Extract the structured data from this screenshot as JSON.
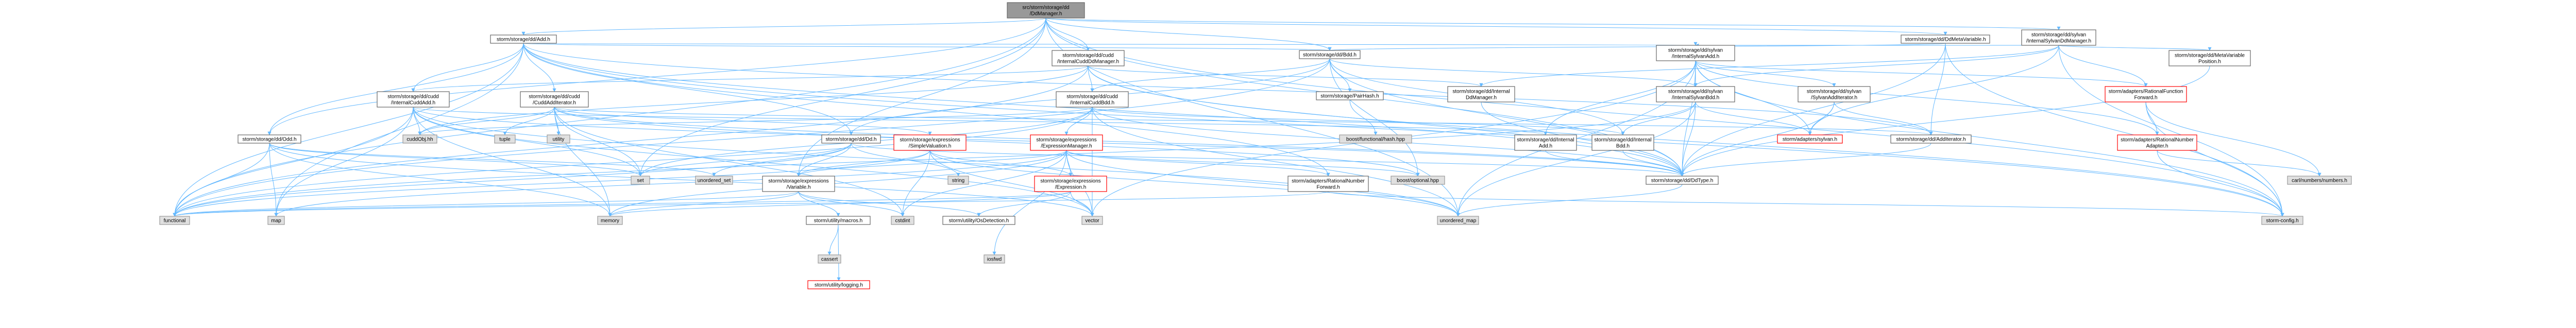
{
  "colors": {
    "edge": "#63b8ff",
    "focus_fill": "#999999",
    "system_fill": "#e0e0e0",
    "missing_border": "#ff0000",
    "node_border": "#666666"
  },
  "nodes": [
    {
      "id": "root",
      "lines": [
        "src/storm/storage/dd",
        "/DdManager.h"
      ],
      "kind": "focus"
    },
    {
      "id": "add",
      "lines": [
        "storm/storage/dd/Add.h"
      ],
      "kind": "internal"
    },
    {
      "id": "ddmetavar",
      "lines": [
        "storm/storage/dd/DdMetaVariable.h"
      ],
      "kind": "internal"
    },
    {
      "id": "sylvanddmgr",
      "lines": [
        "storm/storage/dd/sylvan",
        "/InternalSylvanDdManager.h"
      ],
      "kind": "internal"
    },
    {
      "id": "cuddinternalmgr",
      "lines": [
        "storm/storage/dd/cudd",
        "/InternalCuddDdManager.h"
      ],
      "kind": "internal"
    },
    {
      "id": "bdd",
      "lines": [
        "storm/storage/dd/Bdd.h"
      ],
      "kind": "internal"
    },
    {
      "id": "sylvanadd",
      "lines": [
        "storm/storage/dd/sylvan",
        "/InternalSylvanAdd.h"
      ],
      "kind": "internal"
    },
    {
      "id": "metavarpos",
      "lines": [
        "storm/storage/dd/MetaVariable",
        "Position.h"
      ],
      "kind": "internal"
    },
    {
      "id": "cuddaddit",
      "lines": [
        "storm/storage/dd/cudd",
        "/CuddAddIterator.h"
      ],
      "kind": "internal"
    },
    {
      "id": "cuddinternaladd",
      "lines": [
        "storm/storage/dd/cudd",
        "/InternalCuddAdd.h"
      ],
      "kind": "internal"
    },
    {
      "id": "cuddinternalbdd",
      "lines": [
        "storm/storage/dd/cudd",
        "/InternalCuddBdd.h"
      ],
      "kind": "internal"
    },
    {
      "id": "permute",
      "lines": [
        "storm/storage/PairHash.h"
      ],
      "kind": "internal"
    },
    {
      "id": "internalddmgr",
      "lines": [
        "storm/storage/dd/Internal",
        "DdManager.h"
      ],
      "kind": "internal"
    },
    {
      "id": "sylvanbdd",
      "lines": [
        "storm/storage/dd/sylvan",
        "/InternalSylvanBdd.h"
      ],
      "kind": "internal"
    },
    {
      "id": "sylvanaddit",
      "lines": [
        "storm/storage/dd/sylvan",
        "/SylvanAddIterator.h"
      ],
      "kind": "internal"
    },
    {
      "id": "ratfunc",
      "lines": [
        "storm/adapters/RationalFunction",
        "Forward.h"
      ],
      "kind": "missing"
    },
    {
      "id": "odd",
      "lines": [
        "storm/storage/dd/Odd.h"
      ],
      "kind": "internal"
    },
    {
      "id": "cuddobjh",
      "lines": [
        "cuddObj.hh"
      ],
      "kind": "system"
    },
    {
      "id": "tuple",
      "lines": [
        "tuple"
      ],
      "kind": "system"
    },
    {
      "id": "utility",
      "lines": [
        "utility"
      ],
      "kind": "system"
    },
    {
      "id": "dd",
      "lines": [
        "storm/storage/dd/Dd.h"
      ],
      "kind": "internal"
    },
    {
      "id": "simpleval",
      "lines": [
        "storm/storage/expressions",
        "/SimpleValuation.h"
      ],
      "kind": "missing"
    },
    {
      "id": "exprmgr",
      "lines": [
        "storm/storage/expressions",
        "/ExpressionManager.h"
      ],
      "kind": "missing"
    },
    {
      "id": "hash",
      "lines": [
        "boost/functional/hash.hpp"
      ],
      "kind": "system"
    },
    {
      "id": "internaladd",
      "lines": [
        "storm/storage/dd/Internal",
        "Add.h"
      ],
      "kind": "internal"
    },
    {
      "id": "internalbdd",
      "lines": [
        "storm/storage/dd/Internal",
        "Bdd.h"
      ],
      "kind": "internal"
    },
    {
      "id": "sylvanh",
      "lines": [
        "storm/adapters/sylvan.h"
      ],
      "kind": "missing"
    },
    {
      "id": "addit",
      "lines": [
        "storm/storage/dd/AddIterator.h"
      ],
      "kind": "internal"
    },
    {
      "id": "ratnum",
      "lines": [
        "storm/adapters/RationalNumber",
        "Adapter.h"
      ],
      "kind": "missing"
    },
    {
      "id": "unordered_set",
      "lines": [
        "unordered_set"
      ],
      "kind": "system"
    },
    {
      "id": "set",
      "lines": [
        "set"
      ],
      "kind": "system"
    },
    {
      "id": "string",
      "lines": [
        "string"
      ],
      "kind": "system"
    },
    {
      "id": "variable",
      "lines": [
        "storm/storage/expressions",
        "/Variable.h"
      ],
      "kind": "internal"
    },
    {
      "id": "expression",
      "lines": [
        "storm/storage/expressions",
        "/Expression.h"
      ],
      "kind": "missing"
    },
    {
      "id": "ratnumfwd",
      "lines": [
        "storm/adapters/RationalNumber",
        "Forward.h"
      ],
      "kind": "internal"
    },
    {
      "id": "optional",
      "lines": [
        "boost/optional.hpp"
      ],
      "kind": "system"
    },
    {
      "id": "ddtype",
      "lines": [
        "storm/storage/dd/DdType.h"
      ],
      "kind": "internal"
    },
    {
      "id": "clnnumbers",
      "lines": [
        "carl/numbers/numbers.h"
      ],
      "kind": "system"
    },
    {
      "id": "functional",
      "lines": [
        "functional"
      ],
      "kind": "system"
    },
    {
      "id": "map",
      "lines": [
        "map"
      ],
      "kind": "system"
    },
    {
      "id": "memory",
      "lines": [
        "memory"
      ],
      "kind": "system"
    },
    {
      "id": "macros",
      "lines": [
        "storm/utility/macros.h"
      ],
      "kind": "internal"
    },
    {
      "id": "cstdint",
      "lines": [
        "cstdint"
      ],
      "kind": "system"
    },
    {
      "id": "ostream",
      "lines": [
        "storm/utility/OsDetection.h"
      ],
      "kind": "internal"
    },
    {
      "id": "vector",
      "lines": [
        "vector"
      ],
      "kind": "system"
    },
    {
      "id": "unordered_map",
      "lines": [
        "unordered_map"
      ],
      "kind": "system"
    },
    {
      "id": "stormconfig",
      "lines": [
        "storm-config.h"
      ],
      "kind": "system"
    },
    {
      "id": "cassert",
      "lines": [
        "cassert"
      ],
      "kind": "system"
    },
    {
      "id": "logging",
      "lines": [
        "storm/utility/logging.h"
      ],
      "kind": "missing"
    },
    {
      "id": "iosfwd",
      "lines": [
        "iosfwd"
      ],
      "kind": "system"
    }
  ]
}
